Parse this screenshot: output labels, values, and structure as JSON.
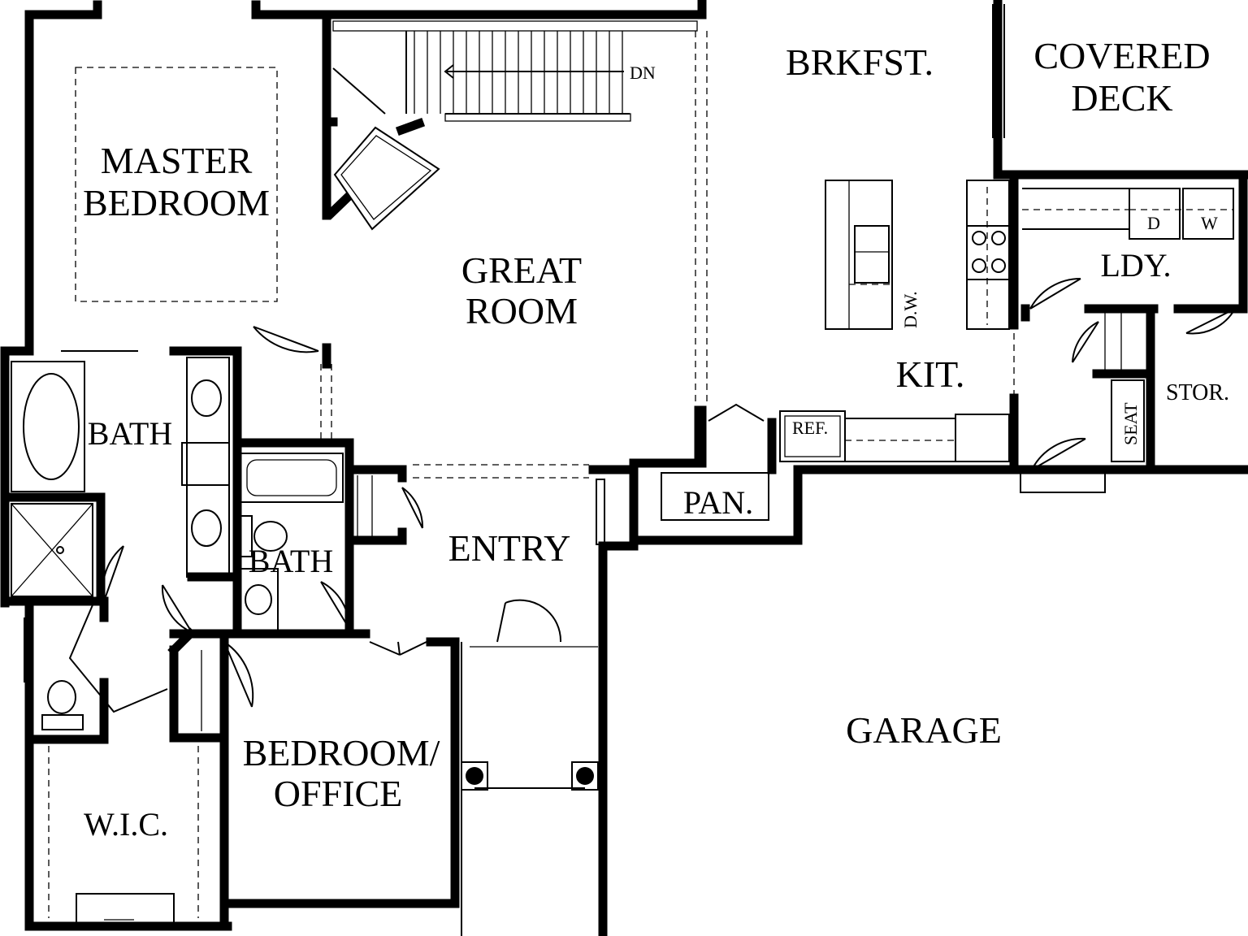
{
  "floor_plan": {
    "rooms": {
      "master_bedroom": [
        "MASTER",
        "BEDROOM"
      ],
      "great_room": [
        "GREAT",
        "ROOM"
      ],
      "brkfst": "BRKFST.",
      "covered_deck": [
        "COVERED",
        "DECK"
      ],
      "kit": "KIT.",
      "ldy": "LDY.",
      "stor": "STOR.",
      "seat": "SEAT",
      "master_bath": "BATH",
      "hall_bath": "BATH",
      "entry": "ENTRY",
      "pan": "PAN.",
      "garage": "GARAGE",
      "bedroom_office": [
        "BEDROOM/",
        "OFFICE"
      ],
      "wic": "W.I.C."
    },
    "fixtures": {
      "stair_direction": "DN",
      "refrigerator": "REF.",
      "dishwasher": "D.W.",
      "dryer": "D",
      "washer": "W"
    }
  }
}
